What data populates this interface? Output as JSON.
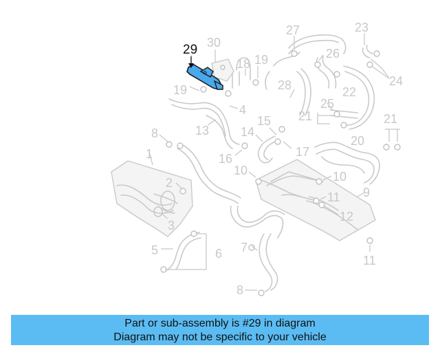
{
  "diagram": {
    "highlighted_part": "29",
    "highlight_color": "#4aa8ec",
    "labels": [
      "1",
      "2",
      "3",
      "4",
      "5",
      "6",
      "7",
      "8",
      "8",
      "9",
      "10",
      "10",
      "11",
      "11",
      "12",
      "13",
      "14",
      "15",
      "16",
      "17",
      "18",
      "19",
      "19",
      "20",
      "21",
      "21",
      "22",
      "23",
      "24",
      "25",
      "26",
      "27",
      "28",
      "29",
      "30"
    ]
  },
  "banner": {
    "line1": "Part or sub-assembly is #29 in diagram",
    "line2": "Diagram may not be specific to your vehicle",
    "background": "#5bbcf3"
  }
}
